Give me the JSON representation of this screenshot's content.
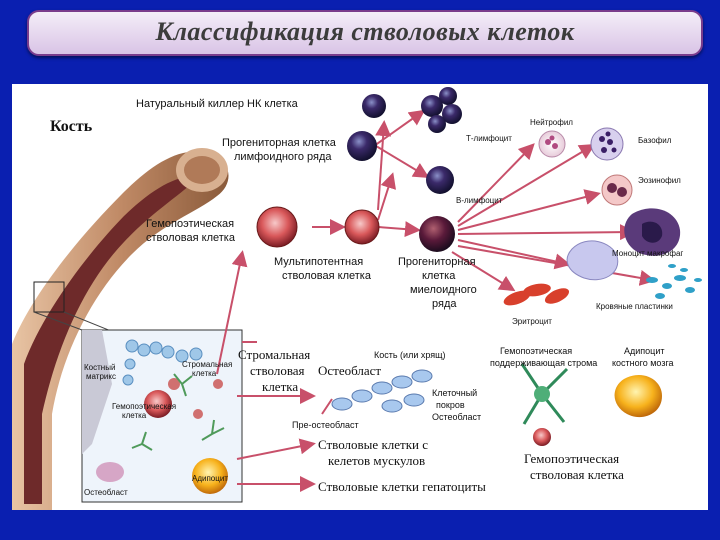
{
  "title": "Классификация стволовых клеток",
  "labels": {
    "nk": "Натуральный киллер НК клетка",
    "bone": "Кость",
    "lymph_prog_1": "Прогениторная клетка",
    "lymph_prog_2": "лимфоидного ряда",
    "t_cell": "Т-лимфоцит",
    "b_cell": "В-лимфоцит",
    "neutrophil": "Нейтрофил",
    "basophil": "Базофил",
    "eosinophil": "Эозинофил",
    "monocyte": "Моноцит макрофаг",
    "platelets": "Кровяные пластинки",
    "erythrocyte": "Эритроцит",
    "hsc_1": "Гемопоэтическая",
    "hsc_2": "стволовая клетка",
    "multi_1": "Мультипотентная",
    "multi_2": "стволовая клетка",
    "myelo_1": "Прогениторная",
    "myelo_2": "клетка",
    "myelo_3": "миелоидного",
    "myelo_4": "ряда",
    "stromal_1": "Стромальная",
    "stromal_2": "стволовая",
    "stromal_3": "клетка",
    "osteoblast": "Остеобласт",
    "bone_cart": "Кость (или хрящ)",
    "hsc_support_1": "Гемопоэтическая",
    "hsc_support_2": "поддерживающая строма",
    "adipocyte_1": "Адипоцит",
    "adipocyte_2": "костного мозга",
    "cell_cover_1": "Клеточный",
    "cell_cover_2": "покров",
    "cell_cover_3": "Остеобласт",
    "preosteoblast": "Пре-остеобласт",
    "muscle_1": "Стволовые клетки с",
    "muscle_2": "келетов мускулов",
    "hepat": "Стволовые клетки гепатоциты",
    "hsc2_1": "Гемопоэтическая",
    "hsc2_2": "стволовая клетка",
    "inset_matrix_1": "Костный",
    "inset_matrix_2": "матрикс",
    "inset_stromal_1": "Стромальная",
    "inset_stromal_2": "клетка",
    "inset_hsc_1": "Гемопоэтическая",
    "inset_hsc_2": "клетка",
    "inset_osteoblast": "Остеобласт",
    "inset_adipocyte": "Адипоцит"
  },
  "colors": {
    "background": "#0a1fb0",
    "title_border": "#7a3c8c",
    "arrow": "#c8506a",
    "bone": "#b0785a",
    "marrow": "#6e2a2a"
  }
}
